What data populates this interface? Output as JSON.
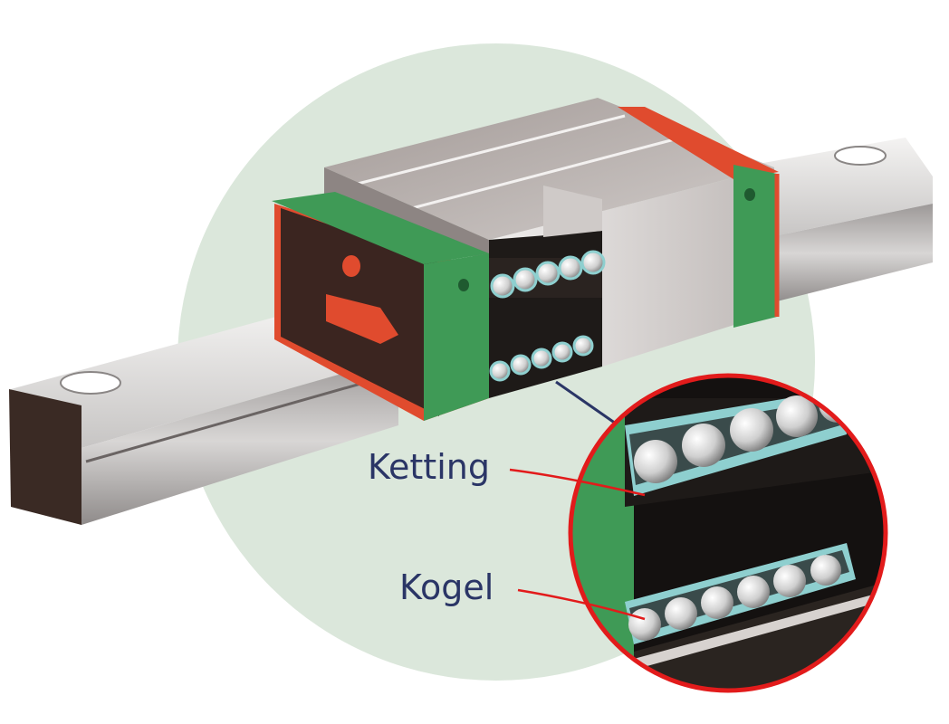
{
  "labels": {
    "chain": "Ketting",
    "ball": "Kogel"
  },
  "colors": {
    "background_circle": "#dbe7db",
    "rail": "#c9c7c6",
    "block_body": "#b9b3b0",
    "end_seal": "#3f9a56",
    "seal_edge": "#e04b2e",
    "cavity": "#1e1a18",
    "retainer": "#8ecfcf",
    "ball": "#e3e3e3",
    "magnifier_ring": "#e21b1b",
    "leader_line": "#e21b1b",
    "pointer_line": "#2a3566",
    "label_text": "#2a3566"
  },
  "icons": [
    "linear-guide-illustration",
    "magnifier-inset"
  ]
}
